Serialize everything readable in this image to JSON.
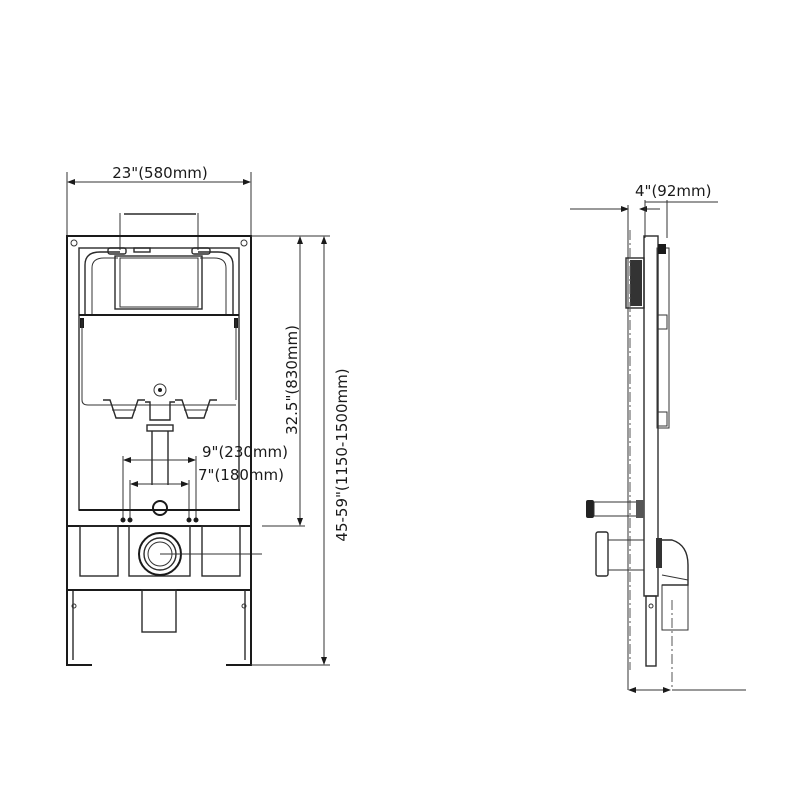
{
  "diagram": {
    "type": "technical-drawing",
    "subject": "wall-hung toilet concealed cistern frame",
    "views": {
      "front": {
        "name": "front-view",
        "dimensions": {
          "width": "23\"(580mm)",
          "height_cistern": "32.5\"(830mm)",
          "height_total": "45-59\"(1150-1500mm)",
          "bolt_spacing_outer": "9\"(230mm)",
          "bolt_spacing_inner": "7\"(180mm)"
        }
      },
      "side": {
        "name": "side-view",
        "dimensions": {
          "depth": "4\"(92mm)"
        }
      }
    }
  }
}
